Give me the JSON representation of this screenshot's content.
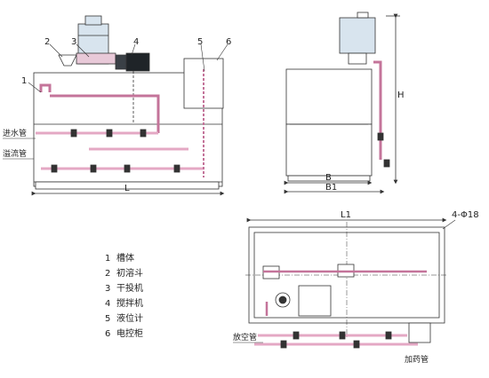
{
  "callouts": [
    "1",
    "2",
    "3",
    "4",
    "5",
    "6"
  ],
  "front_view": {
    "inlet_label": "进水管",
    "overflow_label": "溢流管",
    "length_label": "L"
  },
  "side_view": {
    "b_label": "B",
    "b1_label": "B1",
    "h_label": "H"
  },
  "plan_view": {
    "l1_label": "L1",
    "hole_label": "4-Φ18",
    "drain_label": "放空管",
    "dosing_label": "加药管"
  },
  "legend": [
    {
      "num": "1",
      "text": "槽体"
    },
    {
      "num": "2",
      "text": "初溶斗"
    },
    {
      "num": "3",
      "text": "干投机"
    },
    {
      "num": "4",
      "text": "搅拌机"
    },
    {
      "num": "5",
      "text": "液位计"
    },
    {
      "num": "6",
      "text": "电控柜"
    }
  ],
  "colors": {
    "line": "#333333",
    "pipe": "#f4d8e6",
    "pipe_edge": "#c4749a",
    "motor": "#1f2428",
    "hopper": "#d8e4ee",
    "tank_fill": "#ffffff"
  }
}
